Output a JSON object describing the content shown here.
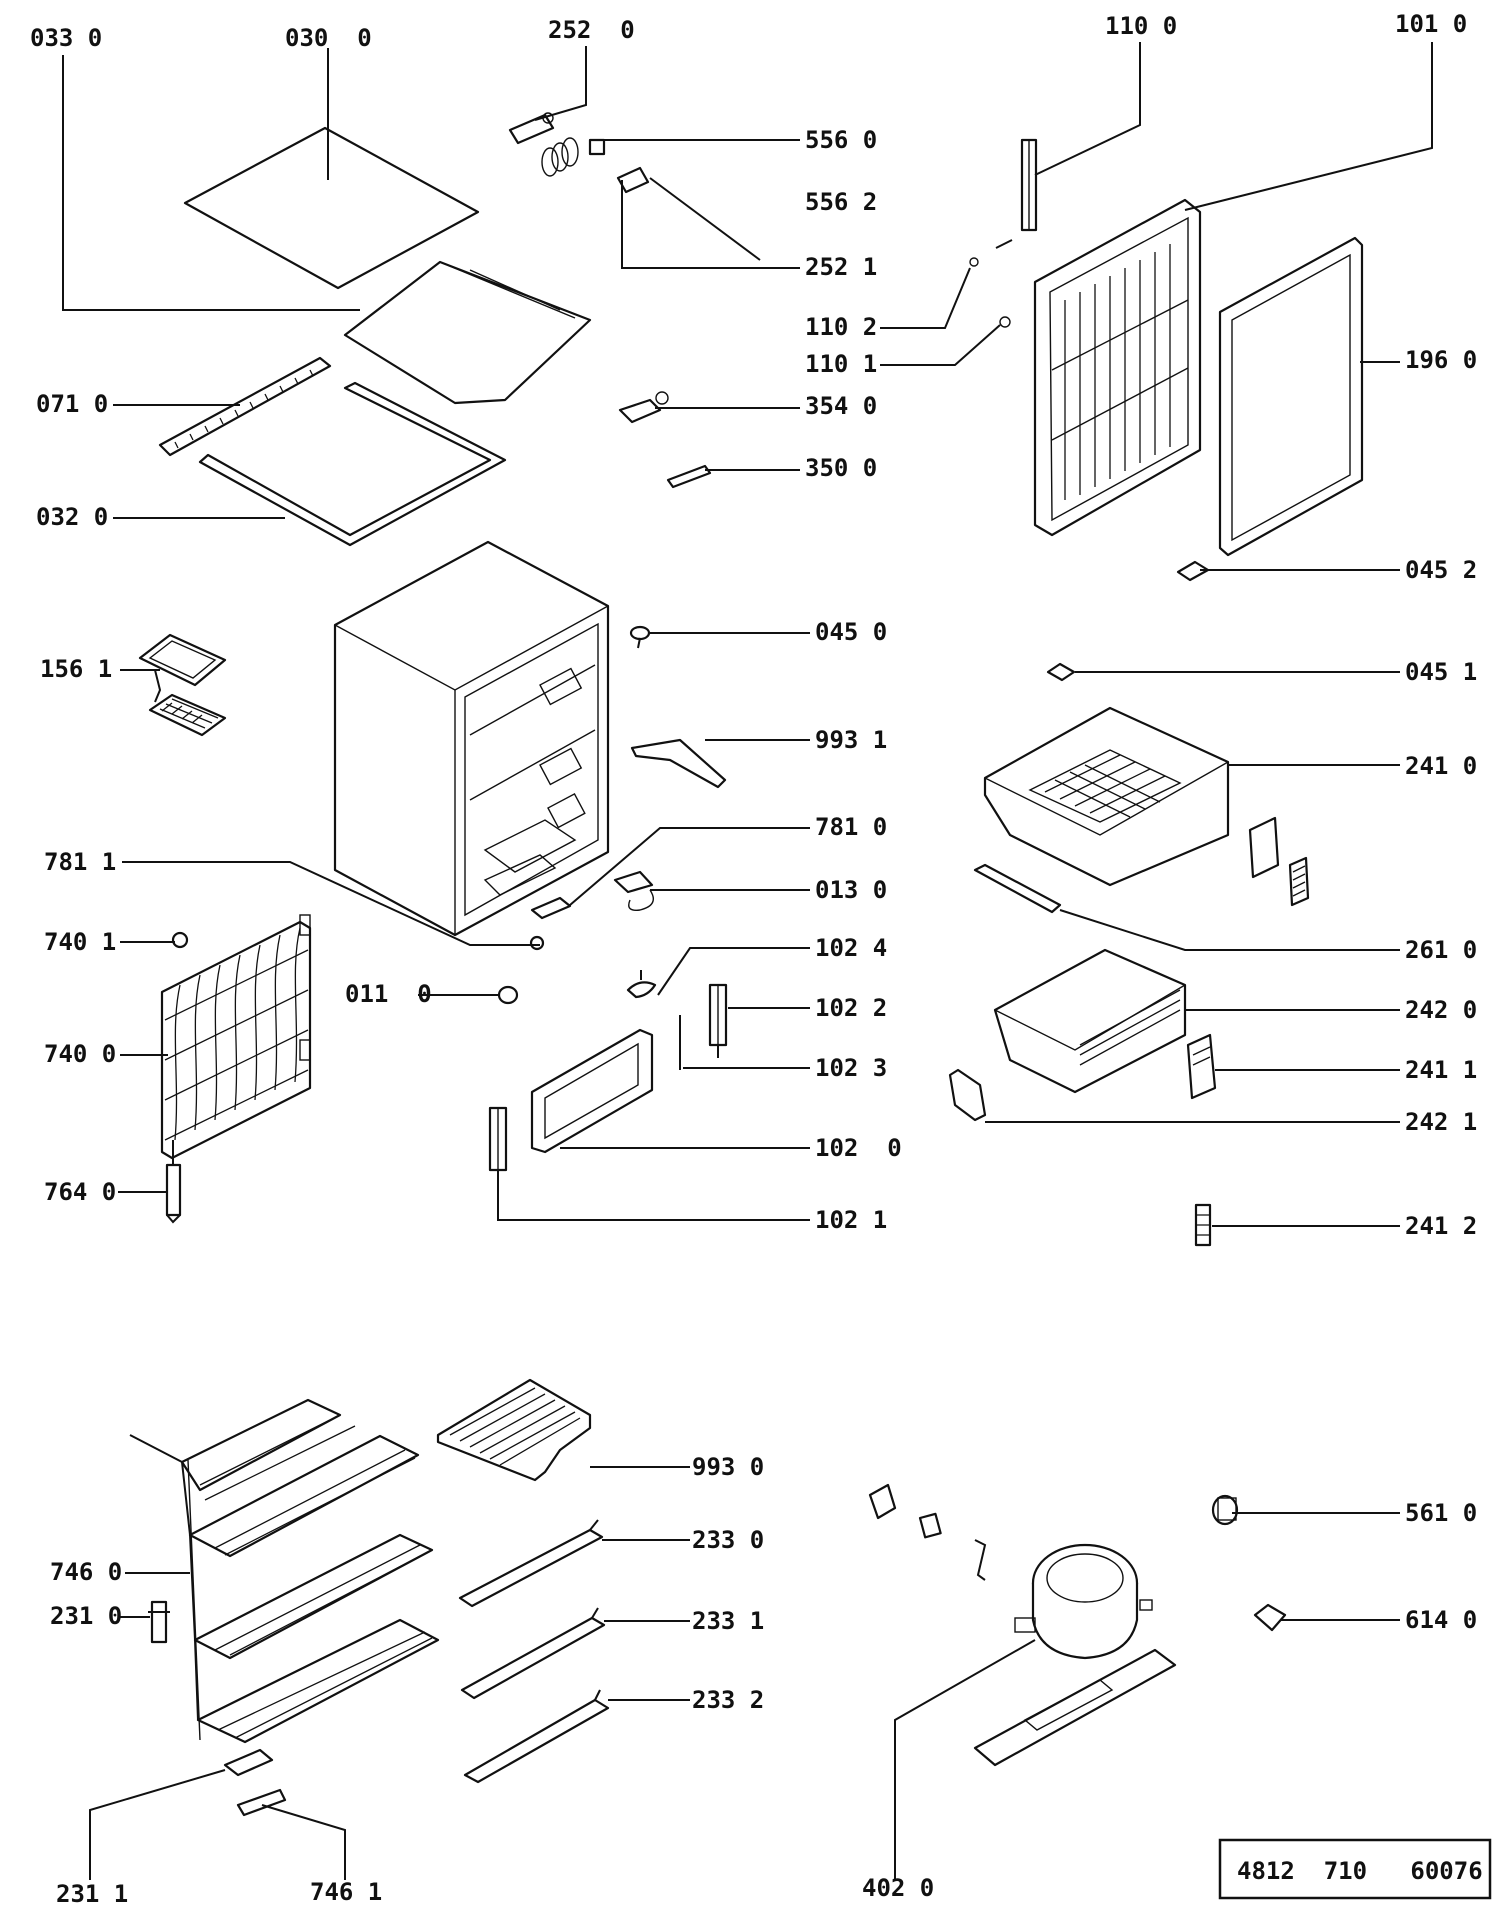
{
  "labels": {
    "p0330": "033 0",
    "p0300": "030  0",
    "p2520": "252  0",
    "p1100": "110 0",
    "p1010": "101 0",
    "p5560": "556 0",
    "p5562": "556 2",
    "p2521": "252 1",
    "p1102": "110 2",
    "p1101": "110 1",
    "p0710": "071 0",
    "p3540": "354 0",
    "p3500": "350 0",
    "p1960": "196 0",
    "p0320": "032 0",
    "p0452": "045 2",
    "p0450": "045 0",
    "p1561": "156 1",
    "p0451": "045 1",
    "p9931": "993 1",
    "p2410": "241 0",
    "p7810": "781 0",
    "p7811": "781 1",
    "p0130": "013 0",
    "p7401": "740 1",
    "p1024": "102 4",
    "p2610": "261 0",
    "p0110": "011  0",
    "p1022": "102 2",
    "p2420": "242 0",
    "p7400": "740 0",
    "p1023": "102 3",
    "p2411": "241 1",
    "p1020": "102  0",
    "p2421": "242 1",
    "p7640": "764 0",
    "p1021": "102 1",
    "p2412": "241 2",
    "p9930": "993 0",
    "p2330": "233 0",
    "p5610": "561 0",
    "p7460": "746 0",
    "p2310": "231 0",
    "p2331": "233 1",
    "p6140": "614 0",
    "p2332": "233 2",
    "p2311": "231 1",
    "p7461": "746 1",
    "p4020": "402 0"
  },
  "document_number": "4812  710   60076"
}
